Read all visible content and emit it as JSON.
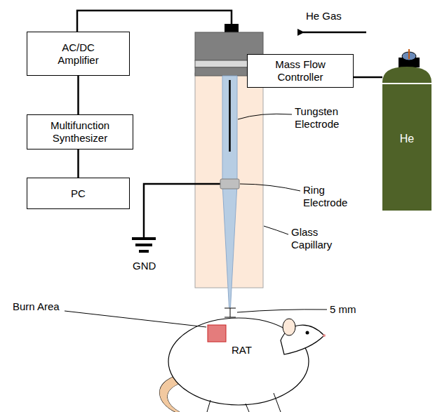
{
  "diagram": {
    "nodes": [
      {
        "text": [
          "AC/DC Amplifier"
        ]
      },
      {
        "text": [
          "Multifunction Synthesizer"
        ]
      },
      {
        "text": [
          "PC"
        ]
      },
      {
        "text": [
          "Mass Flow Controller"
        ]
      },
      {
        "text": [
          "He"
        ]
      }
    ],
    "edges": [
      {
        "from": 0,
        "to": 1,
        "arrow": "none"
      },
      {
        "from": 1,
        "to": 2,
        "arrow": "none"
      },
      {
        "from": 3,
        "to": 4,
        "arrow": "none"
      }
    ],
    "labels": [
      "He Gas",
      "Tungsten Electrode",
      "Ring Electrode",
      "Glass Capillary",
      "GND",
      "5 mm",
      "Burn Area",
      "RAT"
    ]
  }
}
